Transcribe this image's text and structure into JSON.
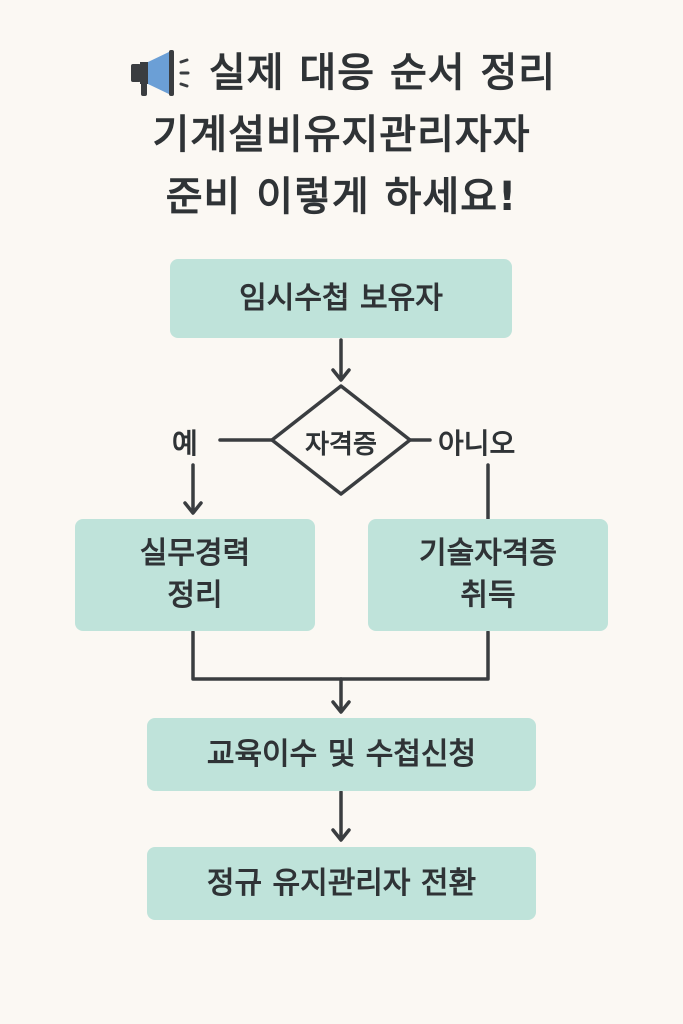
{
  "title": {
    "line1": "실제 대응 순서 정리",
    "line2": "기계설비유지관리자자",
    "line3": "준비 이렇게 하세요!",
    "icon": "megaphone-icon"
  },
  "flow": {
    "start": "임시수첩 보유자",
    "decision": "자격증",
    "yes_label": "예",
    "no_label": "아니오",
    "yes_box": {
      "line1": "실무경력",
      "line2": "정리"
    },
    "no_box": {
      "line1": "기술자격증",
      "line2": "취득"
    },
    "step3": "교육이수 및 수첩신청",
    "end": "정규 유지관리자 전환"
  },
  "colors": {
    "background": "#fbf8f3",
    "box_fill": "#bfe3da",
    "line": "#3a3d40",
    "megaphone": "#6b9fd6"
  }
}
